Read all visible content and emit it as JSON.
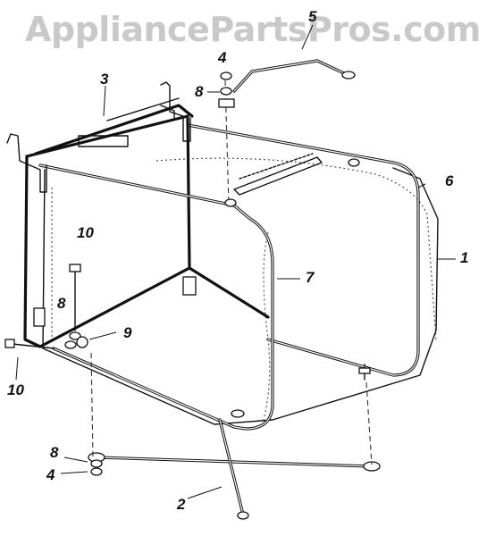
{
  "watermark": "AppliancePartsPros.com",
  "callouts": {
    "c1": "1",
    "c2": "2",
    "c3": "3",
    "c4_top": "4",
    "c4_bottom": "4",
    "c5": "5",
    "c6": "6",
    "c7": "7",
    "c8_top": "8",
    "c8_mid": "8",
    "c8_bottom": "8",
    "c9": "9",
    "c10_top": "10",
    "c10_left": "10"
  }
}
